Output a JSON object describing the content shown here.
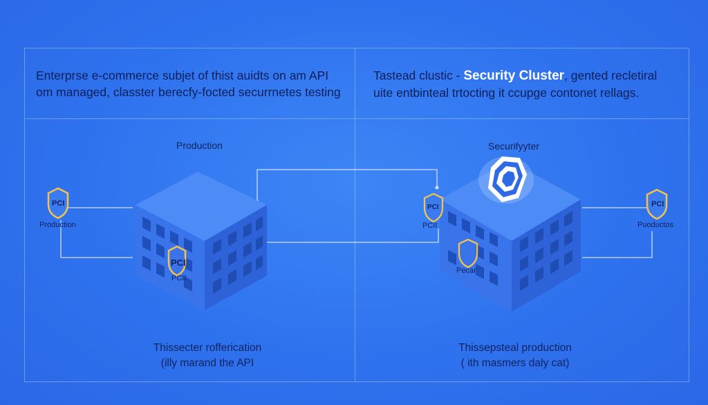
{
  "header": {
    "left_text": "Enterprse e-commerce subjet of thist auidts on am API om managed, classter berecfy-focted securrnetes testing",
    "right_prefix": "Tastead clustic - ",
    "right_highlight": "Security Cluster",
    "right_suffix": ", gented recletiral uite entbinteal trtocting it ccupge contonet rellags."
  },
  "left_panel": {
    "building_title": "Production",
    "side_badge": "PCI",
    "side_label": "Production",
    "building_badge": "PCI",
    "building_badge_sub": "PCII",
    "caption_line1": "Thissecter rofferication",
    "caption_line2": "(illy marand the API"
  },
  "right_panel": {
    "building_title": "Securifyyter",
    "front_badge": "PCI",
    "front_badge_sub": "PCII",
    "side_badge": "PCI",
    "side_label": "Puoductos",
    "building_badge_sub": "Pecar",
    "caption_line1": "Thissepsteal production",
    "caption_line2": "( ith masmers daly cat)"
  },
  "colors": {
    "background": "#2f72ee",
    "building_front": "#3a73ea",
    "building_side": "#2c5fd6",
    "building_top": "#4a87f5",
    "badge_gold": "#f5c24a",
    "text_dark": "#0f2460"
  },
  "icons": [
    "shield-icon",
    "hexagon-lock-icon",
    "building-icon"
  ]
}
